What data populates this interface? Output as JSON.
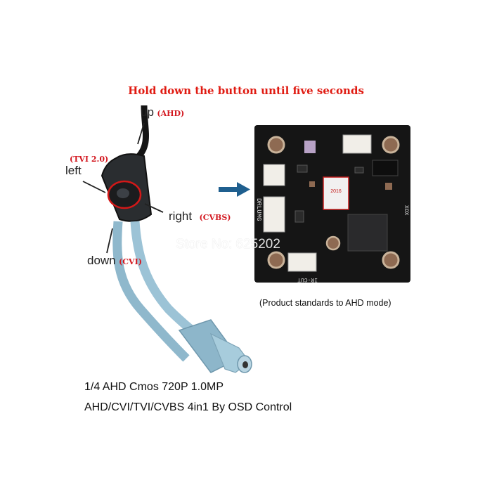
{
  "headline": "Hold down the button until five seconds",
  "directions": {
    "up": "up",
    "up_mode": "(AHD)",
    "left": "left",
    "left_mode": "(TVI 2.0)",
    "right": "right",
    "right_mode": "(CVBS)",
    "down": "down",
    "down_mode": "(CVI)"
  },
  "watermark": "Store No: 625202",
  "board_caption": "(Product standards to AHD mode)",
  "board_marks": {
    "year": "2016",
    "label_left": "DRLUMG",
    "label_bottom": "IR-CUT",
    "label_right": "XOX"
  },
  "specs": {
    "line1": "1/4 AHD Cmos 720P 1.0MP",
    "line2": "AHD/CVI/TVI/CVBS  4in1  By OSD Control"
  },
  "colors": {
    "headline": "#e01b12",
    "mode_text": "#d3171f",
    "pcb": "#151515",
    "cable_blue": "#8fb8cc",
    "arrow": "#1f5f8f"
  }
}
